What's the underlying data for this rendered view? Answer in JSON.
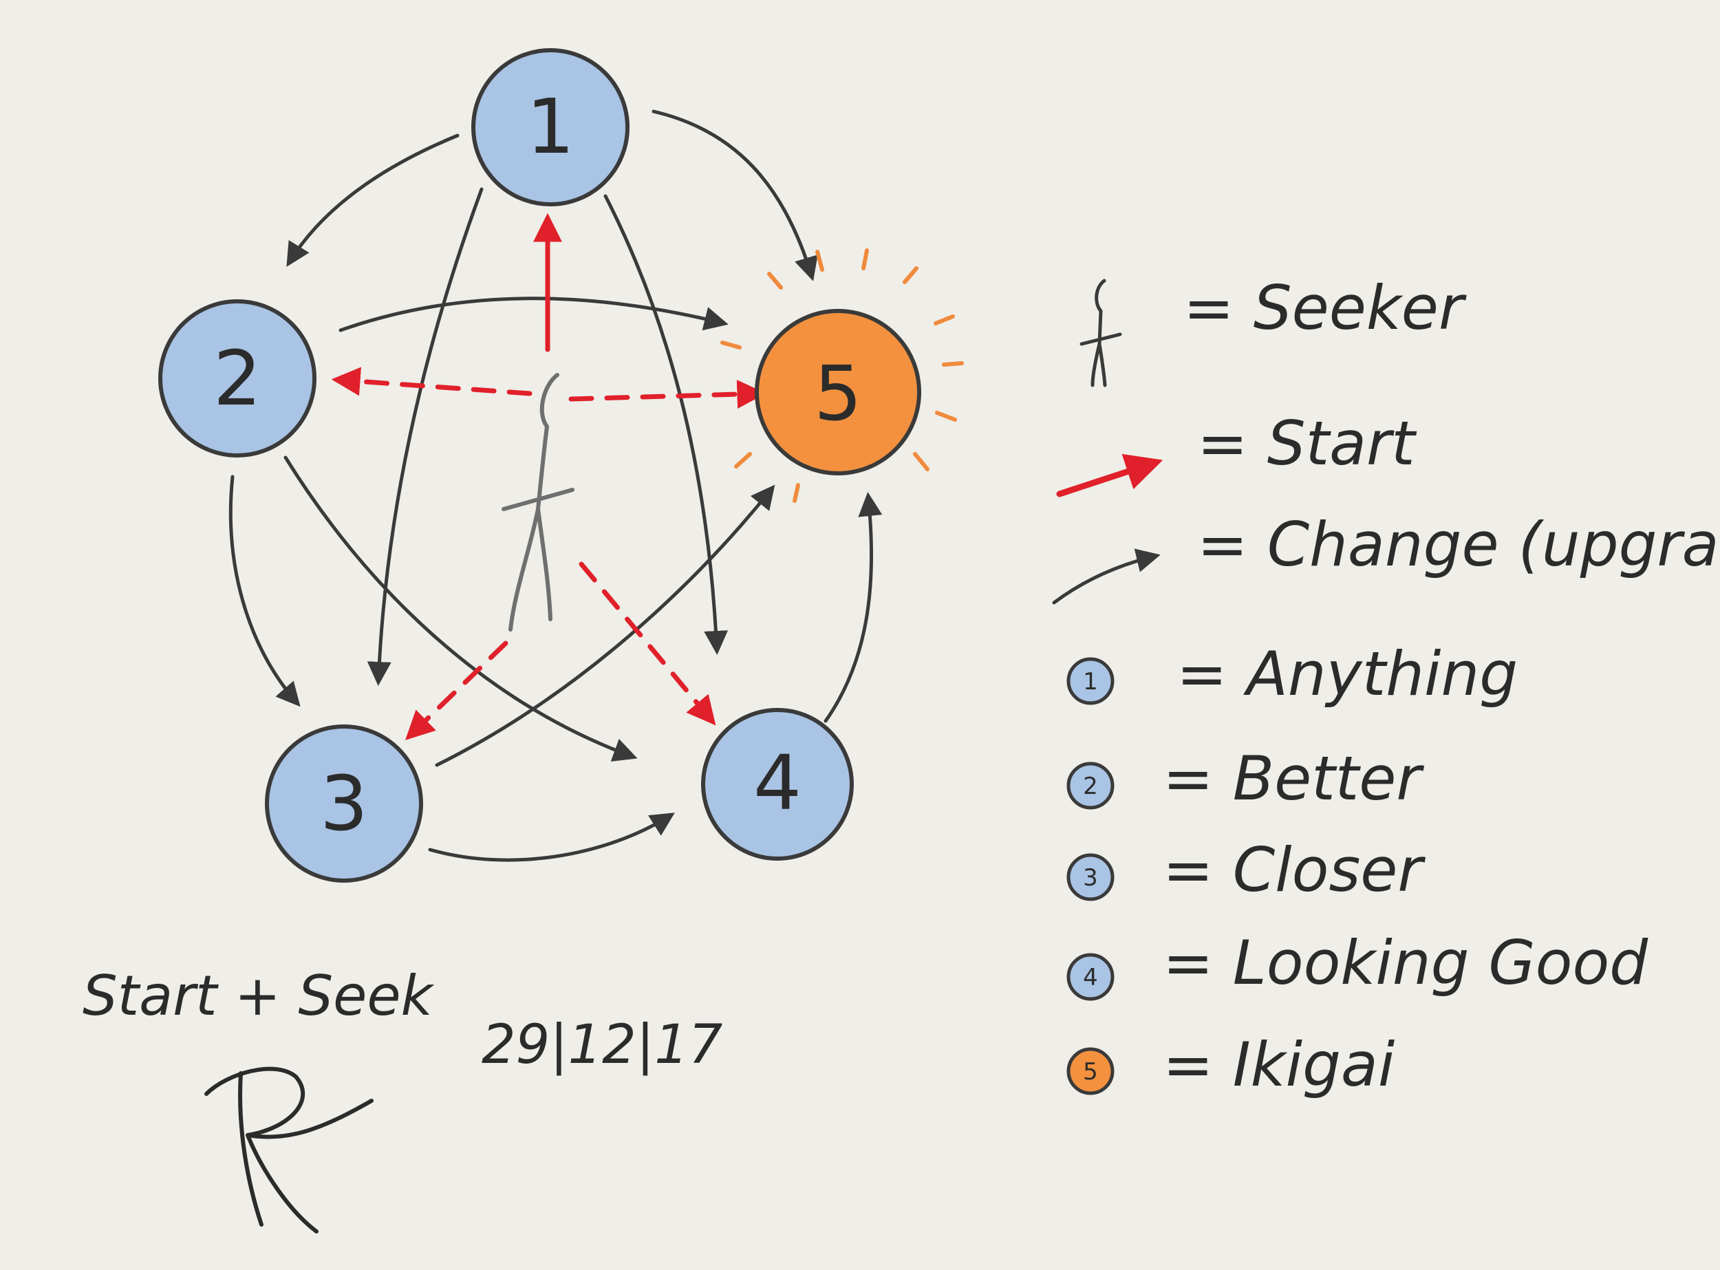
{
  "diagram": {
    "nodes": [
      {
        "id": "1",
        "label": "1",
        "kind": "blue"
      },
      {
        "id": "2",
        "label": "2",
        "kind": "blue"
      },
      {
        "id": "3",
        "label": "3",
        "kind": "blue"
      },
      {
        "id": "4",
        "label": "4",
        "kind": "blue"
      },
      {
        "id": "5",
        "label": "5",
        "kind": "orange"
      }
    ],
    "edges": [
      {
        "from": "1",
        "to": "2",
        "type": "change"
      },
      {
        "from": "1",
        "to": "5",
        "type": "change"
      },
      {
        "from": "1",
        "to": "3",
        "type": "change"
      },
      {
        "from": "1",
        "to": "4",
        "type": "change"
      },
      {
        "from": "2",
        "to": "5",
        "type": "change"
      },
      {
        "from": "2",
        "to": "3",
        "type": "change"
      },
      {
        "from": "2",
        "to": "4",
        "type": "change"
      },
      {
        "from": "3",
        "to": "5",
        "type": "change"
      },
      {
        "from": "3",
        "to": "4",
        "type": "change"
      },
      {
        "from": "4",
        "to": "5",
        "type": "change"
      },
      {
        "from": "seeker",
        "to": "1",
        "type": "start"
      },
      {
        "from": "seeker",
        "to": "2",
        "type": "start-dashed"
      },
      {
        "from": "seeker",
        "to": "5",
        "type": "start-dashed"
      },
      {
        "from": "seeker",
        "to": "3",
        "type": "start-dashed"
      },
      {
        "from": "seeker",
        "to": "4",
        "type": "start-dashed"
      }
    ]
  },
  "legend": {
    "seeker": "= Seeker",
    "start": "= Start",
    "change": "= Change (upgrade)",
    "items": [
      {
        "num": "1",
        "text": "= Anything"
      },
      {
        "num": "2",
        "text": "= Better"
      },
      {
        "num": "3",
        "text": "= Closer"
      },
      {
        "num": "4",
        "text": "= Looking Good"
      },
      {
        "num": "5",
        "text": "= Ikigai"
      }
    ]
  },
  "caption": "Start + Seek",
  "date": "29|12|17",
  "colors": {
    "blue_node": "#a9c4e4",
    "orange_node": "#f3913f",
    "start_red": "#e0202a",
    "ink": "#3a3a3a",
    "paper": "#efeee8"
  }
}
